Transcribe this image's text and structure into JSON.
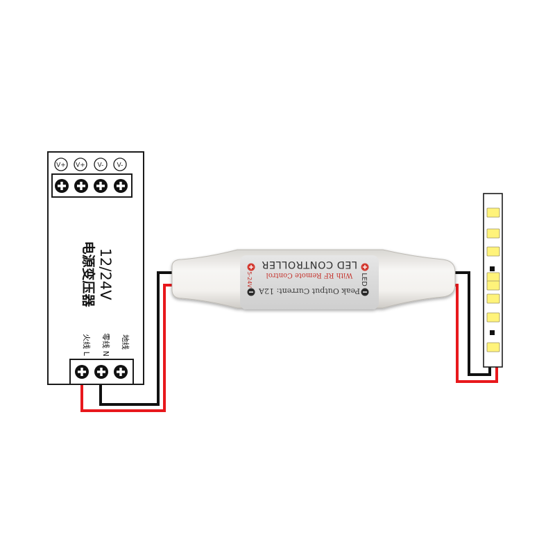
{
  "colors": {
    "wire_positive": "#e8181c",
    "wire_negative": "#111111",
    "outline": "#1a1a1a",
    "led_chip": "#fff37a",
    "controller_body": "#f1efec",
    "label_panel": "#d9d9d9",
    "label_text": "#333333",
    "label_red": "#c4302b"
  },
  "power_supply": {
    "output_terminals": [
      "V+",
      "V+",
      "V-",
      "V-"
    ],
    "voltage": "12/24V",
    "name": "电源变压器",
    "input_labels": {
      "live": "火线 L",
      "neutral": "零线 N",
      "ground": "地线"
    }
  },
  "controller": {
    "title": "LED CONTROLLER",
    "subtitle": "With RF Remote Control",
    "current": "Peak Output Current: 12A",
    "input_label": "5-24V",
    "output_label": "LED"
  },
  "led_strip": {
    "chips": 8,
    "icons": [
      "connector-icon",
      "cut-mark-icon"
    ]
  }
}
